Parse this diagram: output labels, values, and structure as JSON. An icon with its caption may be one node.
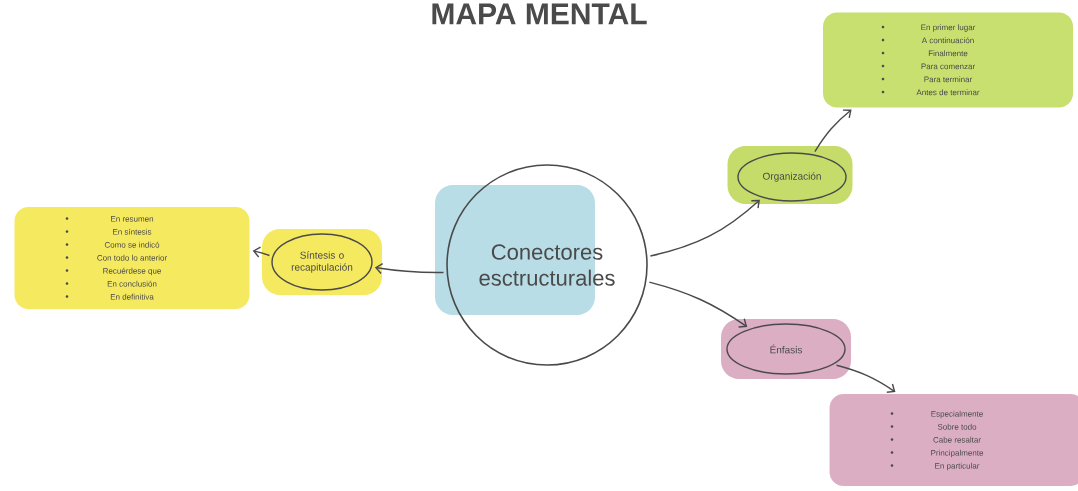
{
  "diagram": {
    "title": "MAPA MENTAL",
    "nodes": [
      {
        "text": [
          "Conectores esctructurales"
        ]
      },
      {
        "text": [
          "Organización"
        ]
      },
      {
        "text": [
          "En primer lugar",
          "A continuación",
          "Finalmente",
          "Para comenzar",
          "Para terminar",
          "Antes de terminar"
        ]
      },
      {
        "text": [
          "Síntesis o recapitulación"
        ]
      },
      {
        "text": [
          "En resumen",
          "En síntesis",
          "Como se indicó",
          "Con todo lo anterior",
          "Recuérdese que",
          "En conclusión",
          "En definitiva"
        ]
      },
      {
        "text": [
          "Énfasis"
        ]
      },
      {
        "text": [
          "Especialmente",
          "Sobre todo",
          "Cabe resaltar",
          "Principalmente",
          "En particular"
        ]
      }
    ],
    "edges": [
      {
        "from": 0,
        "to": 1,
        "arrow": "to"
      },
      {
        "from": 1,
        "to": 2,
        "arrow": "to"
      },
      {
        "from": 0,
        "to": 3,
        "arrow": "to"
      },
      {
        "from": 3,
        "to": 4,
        "arrow": "to"
      },
      {
        "from": 0,
        "to": 5,
        "arrow": "to"
      },
      {
        "from": 5,
        "to": 6,
        "arrow": "to"
      }
    ]
  }
}
